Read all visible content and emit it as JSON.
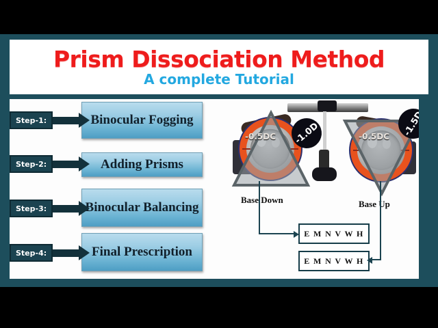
{
  "title": {
    "main": "Prism Dissociation Method",
    "subtitle": "A complete Tutorial",
    "main_color": "#ee1c1c",
    "subtitle_color": "#23a8e0"
  },
  "frame": {
    "border_color": "#1d4e5c",
    "panel_bg": "#ffffff"
  },
  "steps": [
    {
      "badge": "Step-1:",
      "label": "Binocular Fogging"
    },
    {
      "badge": "Step-2:",
      "label": "Adding Prisms"
    },
    {
      "badge": "Step-3:",
      "label": "Binocular Balancing"
    },
    {
      "badge": "Step-4:",
      "label": "Final Prescription"
    }
  ],
  "illustration": {
    "left_eye": {
      "cyl_label": "-0.5DC",
      "power_label": "-1.0D",
      "base_label": "Base  Down"
    },
    "right_eye": {
      "cyl_label": "-0.5DC",
      "power_label": "-1.5D",
      "base_label": "Base  Up"
    },
    "charts": [
      {
        "letters": "E M N V W H"
      },
      {
        "letters": "E M N V W H"
      }
    ],
    "accent_color": "#e8521e",
    "prism_color": "#9aa3a8"
  }
}
